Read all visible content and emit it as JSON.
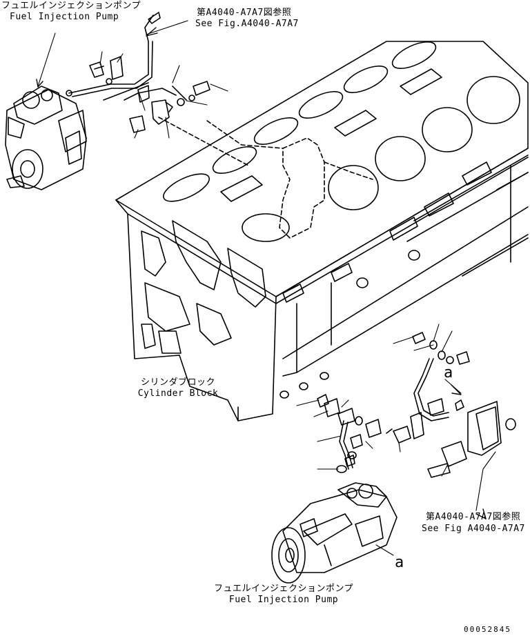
{
  "labels": {
    "pump_top_jp": "フュエルインジェクションポンプ",
    "pump_top_en": "Fuel Injection Pump",
    "ref_top_jp": "第A4040-A7A7図参照",
    "ref_top_en": "See Fig.A4040-A7A7",
    "block_jp": "シリンダブロック",
    "block_en": "Cylinder Block",
    "callout_a_upper": "a",
    "callout_a_lower": "a",
    "ref_right_jp": "第A4040-A7A7図参照",
    "ref_right_en": "See Fig A4040-A7A7",
    "pump_bottom_jp": "フュエルインジェクションポンプ",
    "pump_bottom_en": "Fuel Injection Pump",
    "drawing_number": "00052845"
  }
}
